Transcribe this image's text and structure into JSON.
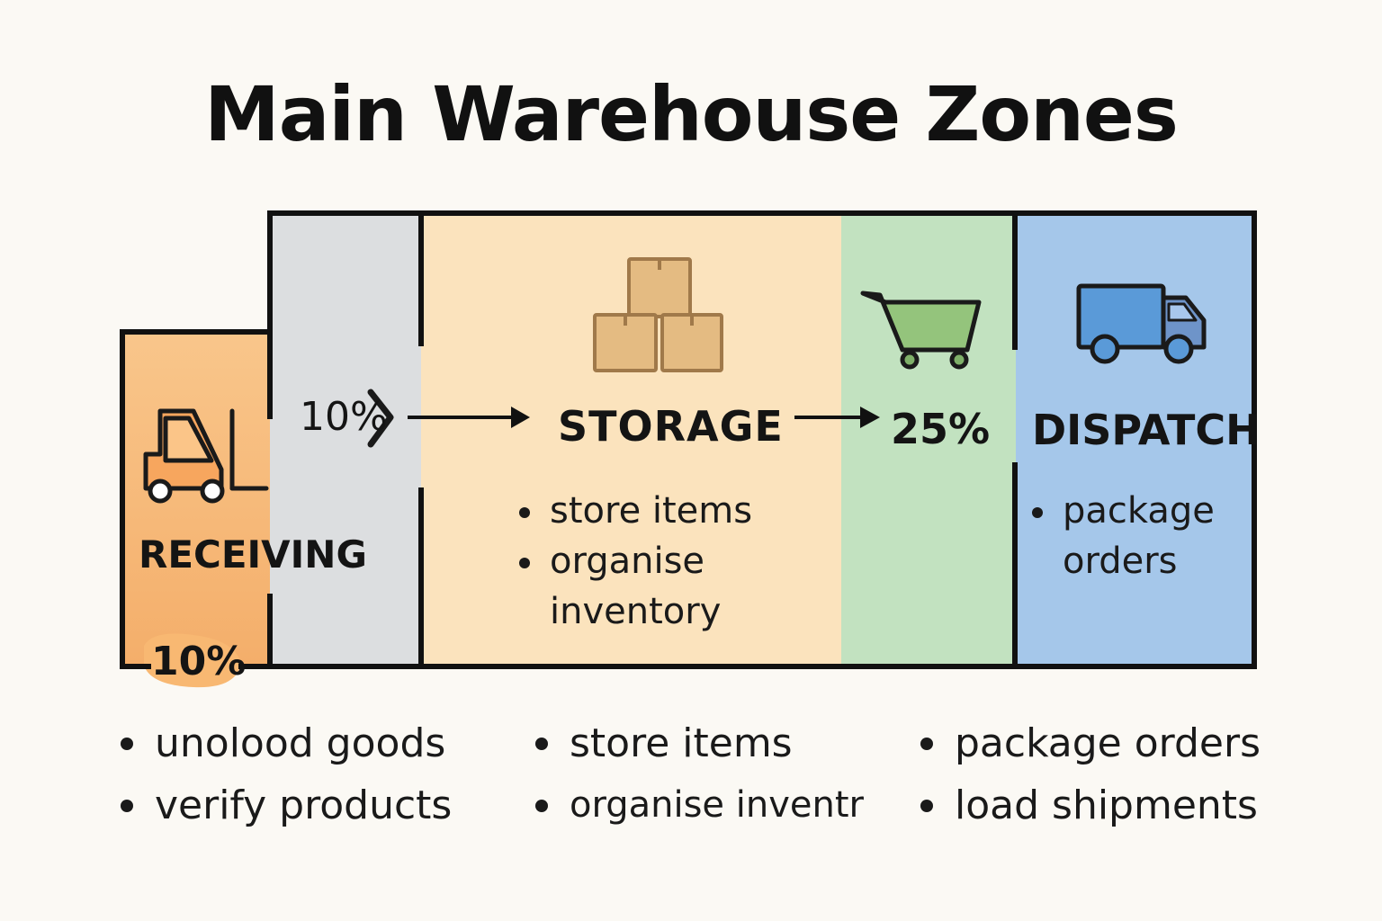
{
  "title": "Main Warehouse Zones",
  "zones": {
    "receiving": {
      "label": "RECEIVING",
      "percent": "10%",
      "color": "#f6b877",
      "icon": "forklift-icon"
    },
    "inbound": {
      "percent": "10%",
      "color": "#dcdee0",
      "icon": "chevron-right-icon"
    },
    "storage": {
      "label": "STORAGE",
      "color": "#fbe3bd",
      "icon": "boxes-icon",
      "bullets": [
        "store items",
        "organise",
        "inventory"
      ]
    },
    "picking": {
      "percent": "25%",
      "color": "#c2e2c0",
      "icon": "cart-icon"
    },
    "dispatch": {
      "label": "DISPATCH",
      "color": "#a5c7ea",
      "icon": "truck-icon",
      "bullets": [
        "package",
        "orders"
      ]
    }
  },
  "bottom_lists": {
    "receiving": [
      "unolood goods",
      "verify products"
    ],
    "storage": [
      "store items",
      "organise inventr"
    ],
    "dispatch": [
      "package orders",
      "load shipments"
    ]
  }
}
